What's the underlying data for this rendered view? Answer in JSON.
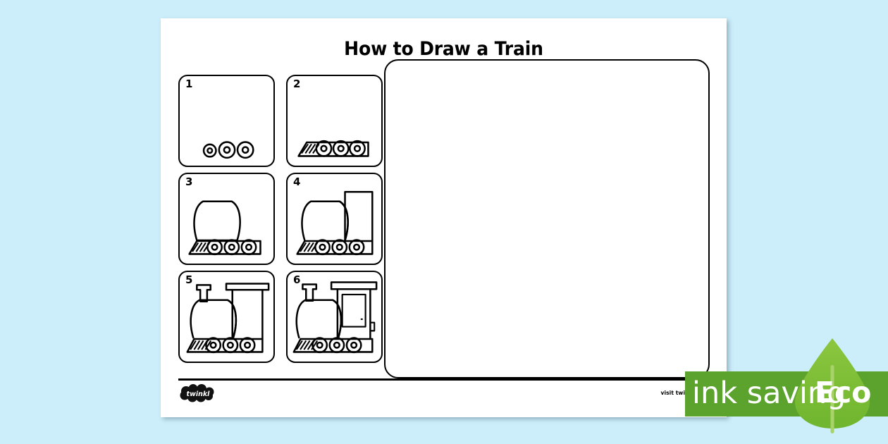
{
  "background_color": "#cceefa",
  "page": {
    "title": "How to Draw a Train",
    "steps": [
      {
        "number": "1",
        "art": "train-step-wheels"
      },
      {
        "number": "2",
        "art": "train-step-chassis"
      },
      {
        "number": "3",
        "art": "train-step-boiler"
      },
      {
        "number": "4",
        "art": "train-step-cab"
      },
      {
        "number": "5",
        "art": "train-step-chimney-roof"
      },
      {
        "number": "6",
        "art": "train-step-window-details"
      }
    ],
    "drawing_area": {
      "label": "blank drawing area"
    },
    "footer": {
      "logo_text": "twinkl",
      "visit_url": "visit twinkl.com"
    }
  },
  "eco_badge": {
    "text_main": "ink saving",
    "text_eco": "Eco",
    "bar_color": "#5ba32c",
    "leaf_color": "#7ac143",
    "text_color": "#ffffff"
  }
}
